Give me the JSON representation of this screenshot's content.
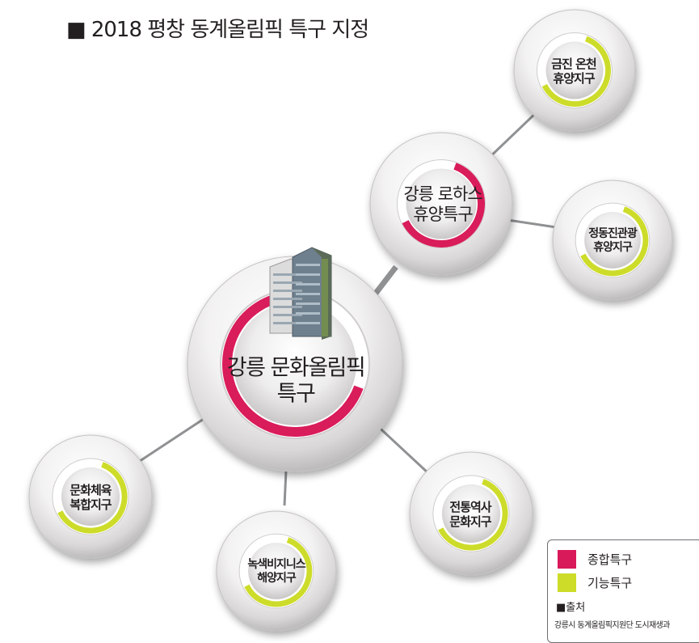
{
  "title": "■ 2018 평창 동계올림픽 특구 지정",
  "colors": {
    "comprehensive": "#d91a5a",
    "functional": "#cddc29"
  },
  "center": {
    "line1": "강릉 문화올림픽",
    "line2": "특구",
    "type": "comprehensive",
    "icon": "building-icon"
  },
  "nodes": [
    {
      "id": "loha",
      "line1": "강릉 로하스",
      "line2": "휴양특구",
      "type": "comprehensive"
    },
    {
      "id": "geumjin",
      "line1": "금진 온천",
      "line2": "휴양지구",
      "type": "functional"
    },
    {
      "id": "jeongdong",
      "line1": "정동진관광",
      "line2": "휴양지구",
      "type": "functional"
    },
    {
      "id": "culture-sports",
      "line1": "문화체육",
      "line2": "복합지구",
      "type": "functional"
    },
    {
      "id": "green-business",
      "line1": "녹색비지니스",
      "line2": "해양지구",
      "type": "functional"
    },
    {
      "id": "traditional-history",
      "line1": "전통역사",
      "line2": "문화지구",
      "type": "functional"
    }
  ],
  "legend": {
    "items": [
      {
        "label": "종합특구",
        "color": "#d91a5a"
      },
      {
        "label": "기능특구",
        "color": "#cddc29"
      }
    ],
    "source_title": "■출처",
    "source": "강릉시 동계올림픽지원단 도시재생과"
  }
}
